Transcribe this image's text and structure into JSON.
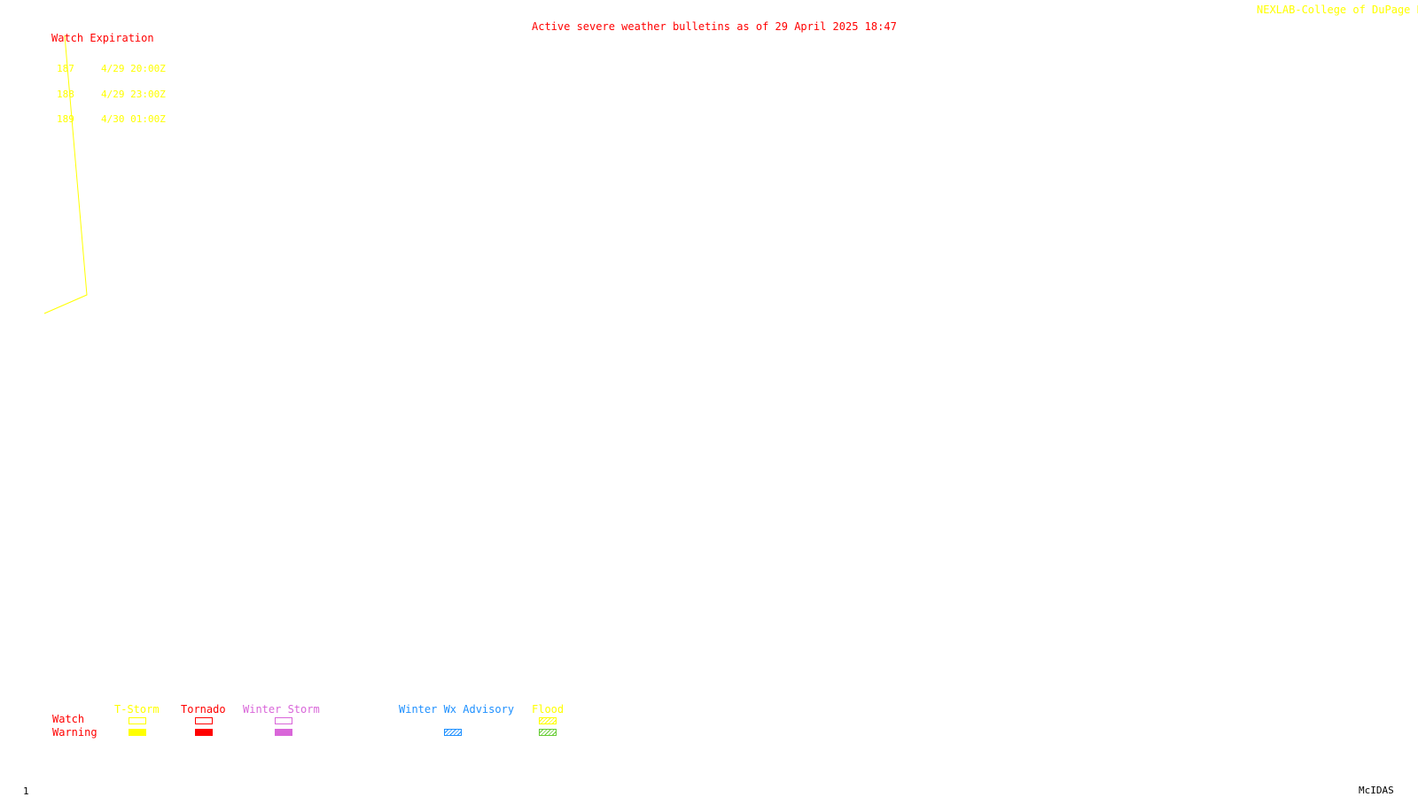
{
  "header": {
    "credit": "NEXLAB-College of DuPage R",
    "title": "Active severe weather bulletins as of 29 April 2025 18:47"
  },
  "watch_table": {
    "header": "Watch Expiration",
    "rows": [
      {
        "id": "187",
        "expires": "4/29 20:00Z"
      },
      {
        "id": "188",
        "expires": "4/29 23:00Z"
      },
      {
        "id": "189",
        "expires": "4/30 01:00Z"
      }
    ]
  },
  "legend": {
    "row_labels": {
      "watch": "Watch",
      "warning": "Warning"
    },
    "categories": [
      {
        "key": "tstorm",
        "label": "T-Storm",
        "color": "#ffff00",
        "watch_style": "outline",
        "warning_style": "solid"
      },
      {
        "key": "tornado",
        "label": "Tornado",
        "color": "#ff0000",
        "watch_style": "outline",
        "warning_style": "solid"
      },
      {
        "key": "winter_storm",
        "label": "Winter Storm",
        "color": "#d966d9",
        "watch_style": "outline",
        "warning_style": "solid"
      },
      {
        "key": "winter_wx_advisory",
        "label": "Winter Wx Advisory",
        "color": "#1e90ff",
        "warning_style": "hatched"
      },
      {
        "key": "flood",
        "label": "Flood",
        "color": "#ffff00",
        "warning_color": "#66cc33",
        "watch_style": "hatched",
        "warning_style": "hatched"
      }
    ]
  },
  "map": {
    "watch_outline_color": "#ffff00"
  },
  "footer": {
    "frame_number": "1",
    "app_name": "McIDAS"
  }
}
